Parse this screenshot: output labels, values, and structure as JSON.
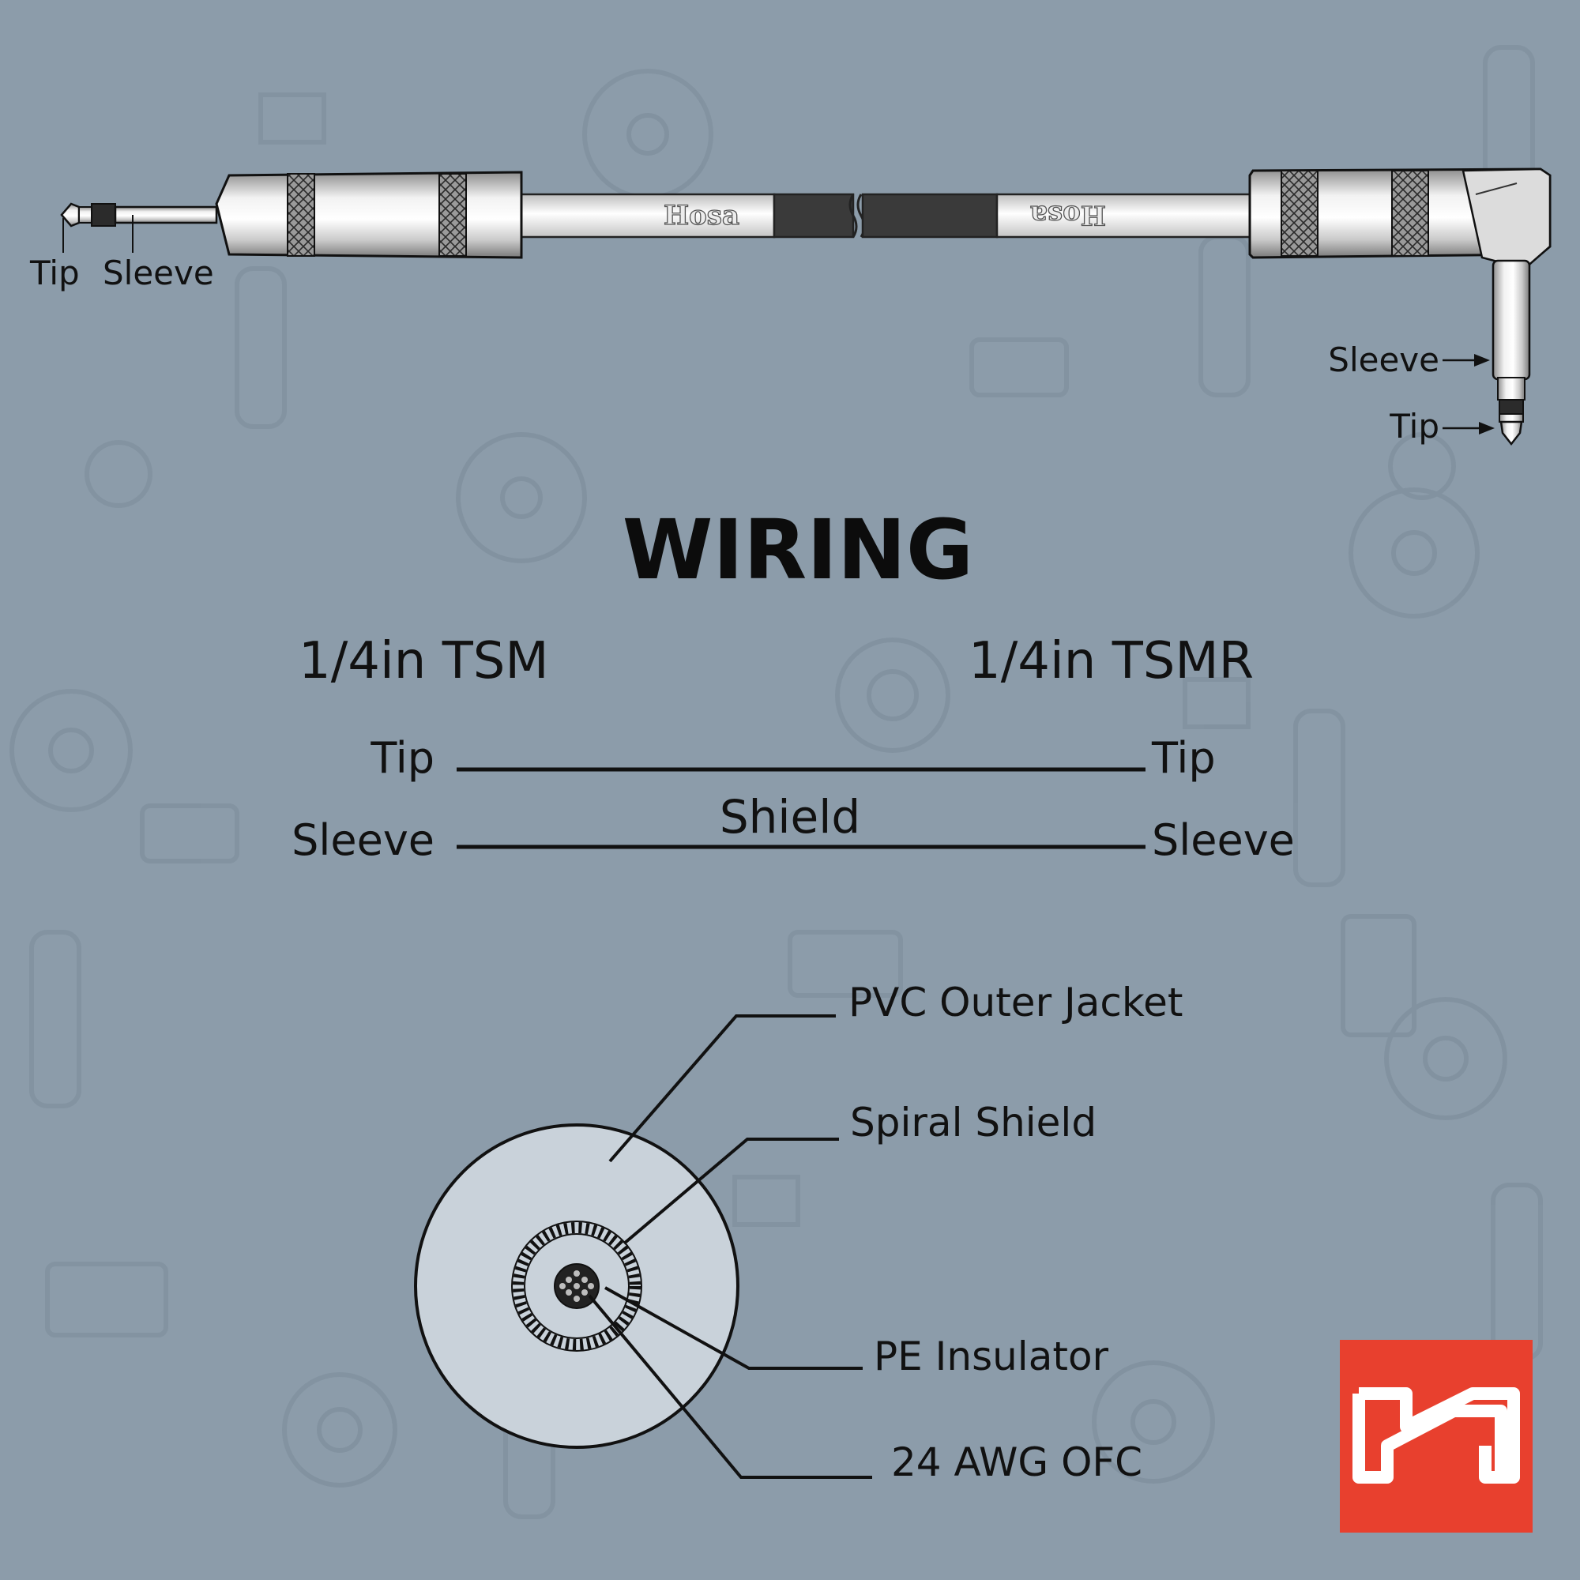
{
  "cable": {
    "left_plug": {
      "tip_label": "Tip",
      "sleeve_label": "Sleeve"
    },
    "right_plug": {
      "tip_label": "Tip",
      "sleeve_label": "Sleeve"
    },
    "brand_print": "Hosa"
  },
  "wiring": {
    "title": "WIRING",
    "left_header": "1/4in TSM",
    "right_header": "1/4in TSMR",
    "shield_label": "Shield",
    "connections": [
      {
        "from": "Tip",
        "to": "Tip"
      },
      {
        "from": "Sleeve",
        "to": "Sleeve"
      }
    ]
  },
  "cross_section": {
    "layers": [
      "PVC Outer Jacket",
      "Spiral Shield",
      "PE Insulator",
      "24 AWG OFC"
    ]
  },
  "logo": {
    "color": "#e8402e",
    "icon": "hosa-logo-icon"
  },
  "colors": {
    "background": "#8c9caa",
    "ink": "#111111"
  }
}
